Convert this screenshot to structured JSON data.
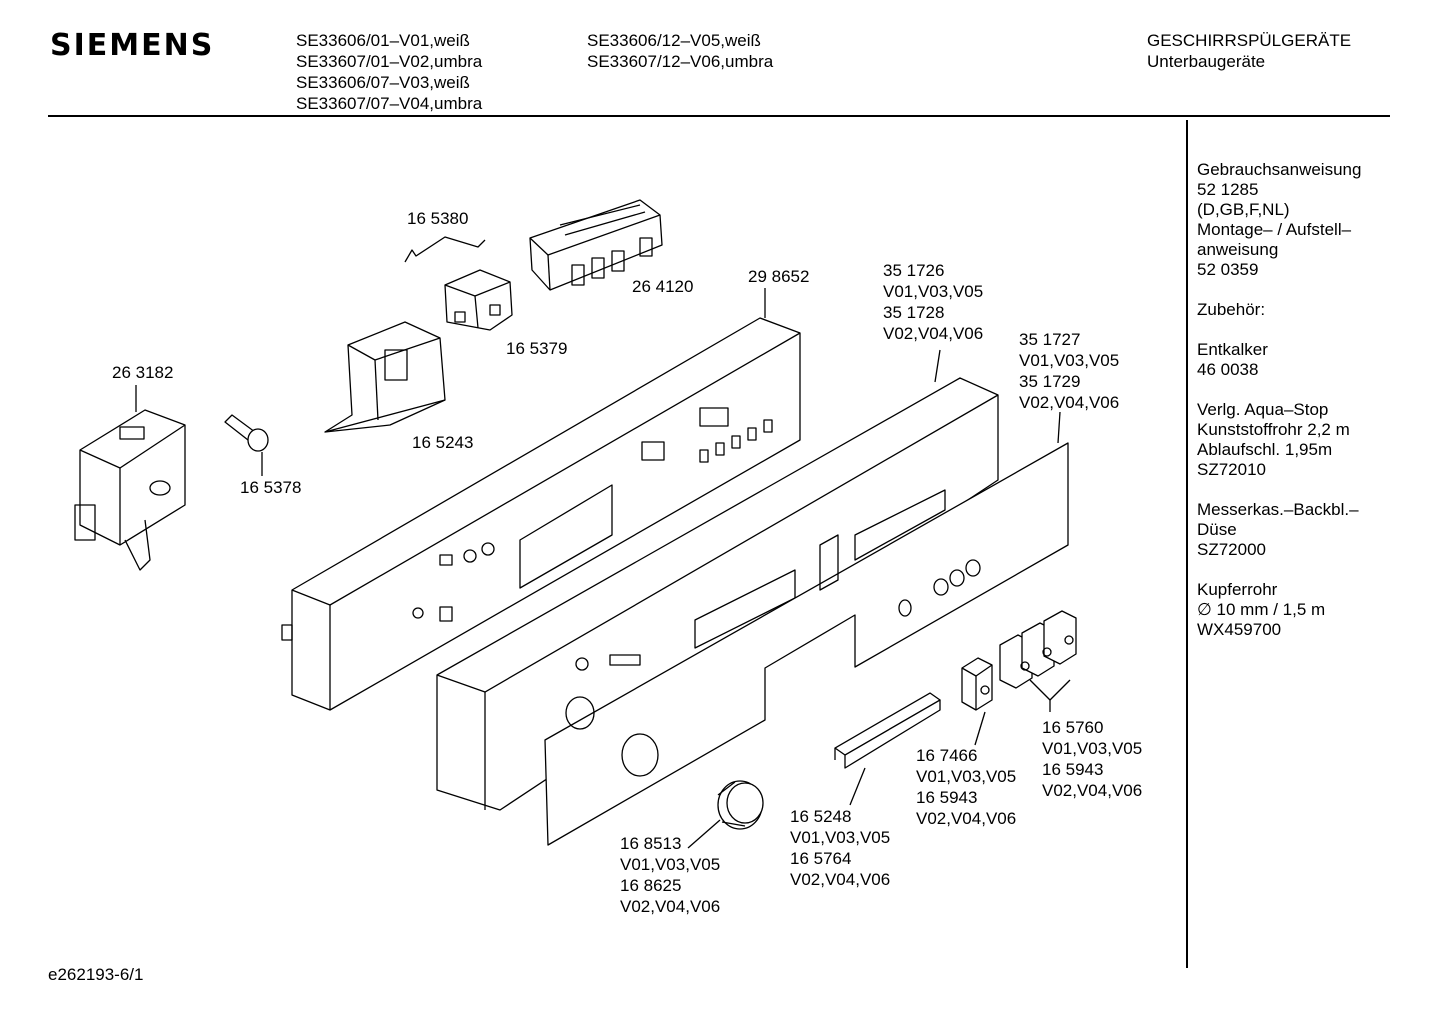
{
  "header": {
    "brand": "SIEMENS",
    "models_col1": [
      "SE33606/01–V01,weiß",
      "SE33607/01–V02,umbra",
      "SE33606/07–V03,weiß",
      "SE33607/07–V04,umbra"
    ],
    "models_col2": [
      "SE33606/12–V05,weiß",
      "SE33607/12–V06,umbra"
    ],
    "category": "GESCHIRRSPÜLGERÄTE",
    "subcategory": "Unterbaugeräte"
  },
  "sidebar": {
    "blocks": [
      [
        "Gebrauchsanweisung",
        "52 1285",
        "(D,GB,F,NL)",
        "Montage– / Aufstell–",
        "anweisung",
        "52 0359"
      ],
      [
        "Zubehör:"
      ],
      [
        "Entkalker",
        "46 0038"
      ],
      [
        "Verlg. Aqua–Stop",
        "Kunststoffrohr 2,2 m",
        "Ablaufschl. 1,95m",
        "SZ72010"
      ],
      [
        "Messerkas.–Backbl.–",
        "Düse",
        "SZ72000"
      ],
      [
        "Kupferrohr",
        "∅ 10 mm / 1,5 m",
        "WX459700"
      ]
    ]
  },
  "parts": {
    "p165380": [
      "16 5380"
    ],
    "p264120": [
      "26 4120"
    ],
    "p298652": [
      "29 8652"
    ],
    "p351726": [
      "35 1726",
      "V01,V03,V05",
      "35 1728",
      "V02,V04,V06"
    ],
    "p351727": [
      "35 1727",
      "V01,V03,V05",
      "35 1729",
      "V02,V04,V06"
    ],
    "p165379": [
      "16 5379"
    ],
    "p263182": [
      "26 3182"
    ],
    "p165243": [
      "16 5243"
    ],
    "p165378": [
      "16 5378"
    ],
    "p165760": [
      "16 5760",
      "V01,V03,V05",
      "16 5943",
      "V02,V04,V06"
    ],
    "p167466": [
      "16 7466",
      "V01,V03,V05",
      "16 5943",
      "V02,V04,V06"
    ],
    "p165248": [
      "16 5248",
      "V01,V03,V05",
      "16 5764",
      "V02,V04,V06"
    ],
    "p168513": [
      "16 8513",
      "V01,V03,V05",
      "16 8625",
      "V02,V04,V06"
    ]
  },
  "footer": {
    "ref": "e262193-6/1"
  }
}
